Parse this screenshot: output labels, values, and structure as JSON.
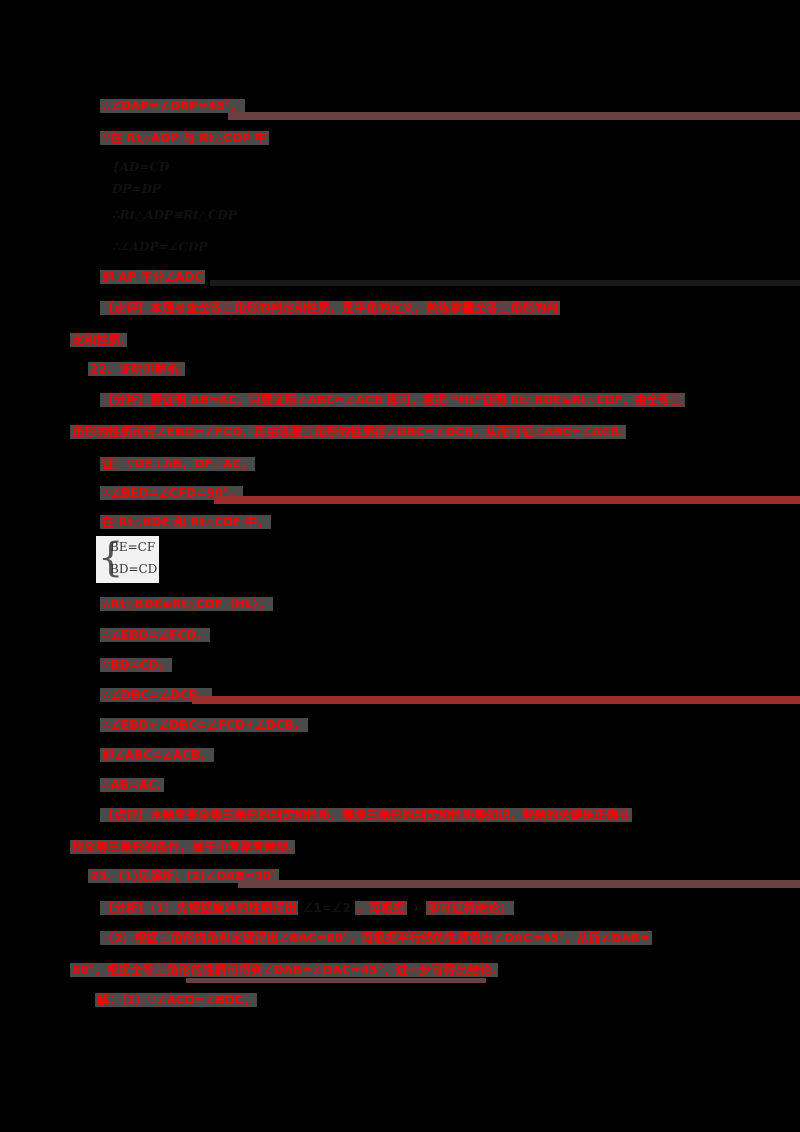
{
  "document": {
    "colors": {
      "text": "#ff0000",
      "highlight": "#4a4a4a",
      "rule": "#9b2d2d",
      "rule2": "#6b4040",
      "background": "#000000"
    },
    "top": {
      "line1": "∴∠DAP=∠DBP=45°，",
      "line2": "∵在 Rt△ADP 与 Rt△CDP 中",
      "formula_a": "{AD=CD",
      "formula_b": " DP=DP",
      "line3": "∴Rt△ADP≌Rt△CDP",
      "line4": "∴∠ADP=∠CDP",
      "line5": "即 AP 平分∠ADC"
    },
    "comment1": {
      "line1": "【点评】本题考查全等三角形的判定和性质，是平角的定义，熟练掌握全等三角形的判",
      "line2": "定和性质."
    },
    "q22": {
      "heading": "22、证明见解析.",
      "analysis1": "【分析】要证明 AB=AC，只要证明∠ABC=∠ACB 即可，根据 “HL”证明 Rt△BDE≌Rt△CDF，由全等三",
      "analysis2": "角形的性质可得∠EBD=∠FCD，再由等腰三角形的性质得∠DBC=∠DCB，从而可证∠ABC=∠ACB.",
      "proof": [
        "证：∵DE⊥AB，DF⊥AC，",
        "∴∠BED=∠CFD=90°，",
        "在 Rt△BDE 和 Rt△CDF 中，"
      ],
      "system": [
        "BE=CF",
        "BD=CD"
      ],
      "proof2": [
        "∴Rt△BDE≌Rt△CDF（HL），",
        "∴∠EBD=∠FCD，",
        "∵BD=CD，",
        "∴∠DBC=∠DCB，",
        "∴∠EBD+∠DBC=∠FCD+∠DCB，",
        "即∠ABC=∠ACB，",
        "∴AB=AC."
      ],
      "comment1": "【点评】本题考查全等三角形的判定和性质、等腰三角形的判定和性质等知识，解题的关键是正确寻",
      "comment2": "找全等三角形的条件，属于中考常考题型."
    },
    "q23": {
      "heading": "23、(1)见解析；(2)∠DAB=30°",
      "analysis1": "【分析】（1）先根据旋转的性质得出",
      "analysis1b": "，再根据",
      "analysis1c": "即可证得结论；",
      "analysis2": "（2）根据三角形内角和定理得出∠BAC=60°，再根据平行线的性质得出∠DAC=45°，从而∠DAB=",
      "analysis3": "60°，根据全等三角形的性质可得到∠DAB=∠DAC=45°，进一步可得出结论.",
      "proof_start": "解：（1）∵∠ACD=∠BDC，"
    }
  }
}
